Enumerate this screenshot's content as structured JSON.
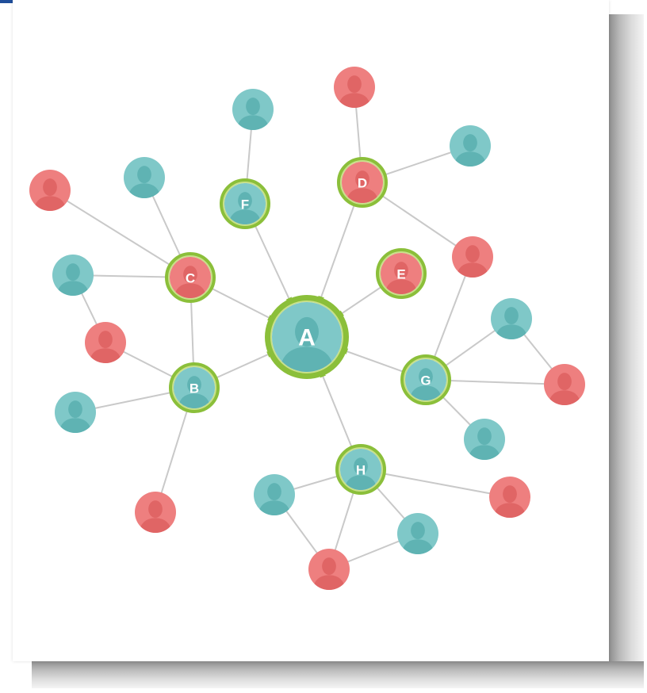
{
  "colors": {
    "teal": "#7fc8c8",
    "teal_dark": "#5fb3b3",
    "red": "#ee7f7f",
    "red_dark": "#e06565",
    "ring": "#8bbf3a",
    "ring_light": "#c8e08a",
    "edge": "#c9c9c9",
    "person_icon": "person-silhouette-icon"
  },
  "labels": {
    "A": "A",
    "B": "B",
    "C": "C",
    "D": "D",
    "E": "E",
    "F": "F",
    "G": "G",
    "H": "H"
  }
}
